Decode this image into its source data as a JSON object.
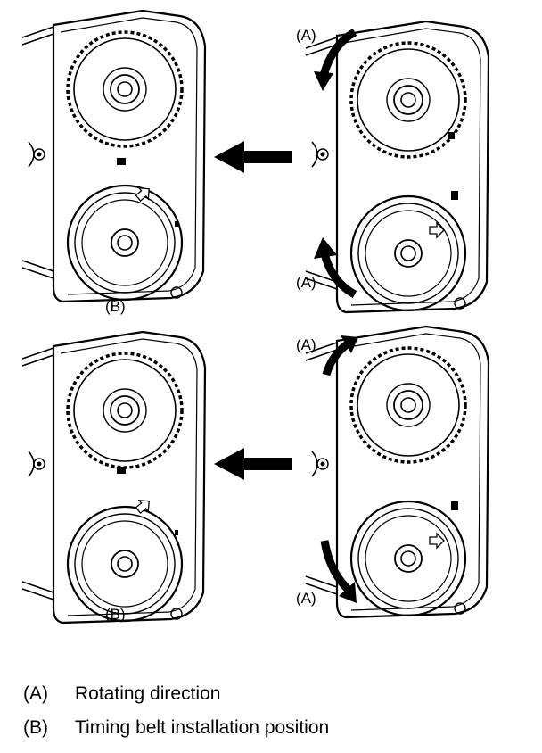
{
  "labels": {
    "a": "(A)",
    "b": "(B)"
  },
  "legend": [
    {
      "code": "(A)",
      "text": "Rotating direction"
    },
    {
      "code": "(B)",
      "text": "Timing belt installation position"
    }
  ],
  "colors": {
    "ink": "#000000",
    "paper": "#ffffff"
  },
  "icons": {
    "transition_arrow": "left-arrow-icon",
    "rotation_arrow": "curved-arrow-icon",
    "timing_mark": "small-outline-arrow-icon"
  }
}
